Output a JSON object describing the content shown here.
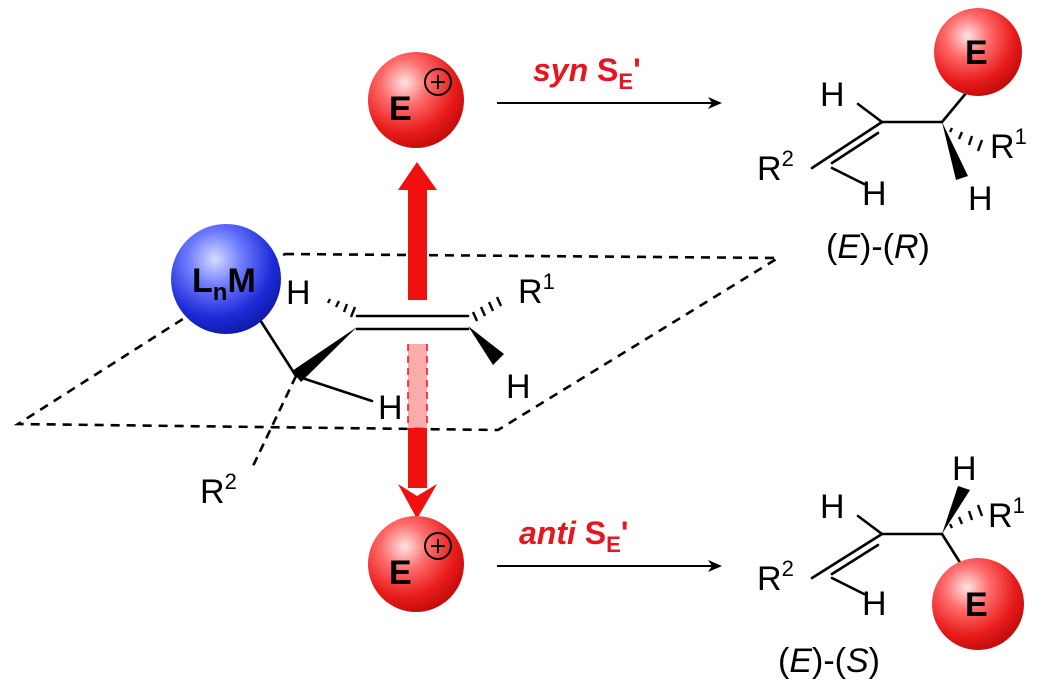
{
  "colors": {
    "electrophile": "#e8141e",
    "metal": "#2233cc",
    "arrow": "#f01010",
    "line": "#000000"
  },
  "center": {
    "metal_label": "LnM",
    "metal_label_main": "L",
    "metal_label_sub": "n",
    "metal_label_end": "M",
    "h_left": "H",
    "r1": "R",
    "r1_sup": "1",
    "h_right": "H",
    "h_bottom": "H",
    "r2": "R",
    "r2_sup": "2"
  },
  "electrophile_top": {
    "label": "E",
    "charge": "+"
  },
  "electrophile_bottom": {
    "label": "E",
    "charge": "+"
  },
  "syn_pathway": {
    "label_italic": "syn",
    "label_main": "S",
    "label_sub": "E",
    "label_prime": "'"
  },
  "anti_pathway": {
    "label_italic": "anti",
    "label_main": "S",
    "label_sub": "E",
    "label_prime": "'"
  },
  "product_top": {
    "h_vinyl_top": "H",
    "r2": "R",
    "r2_sup": "2",
    "h_vinyl_bottom": "H",
    "e_label": "E",
    "r1": "R",
    "r1_sup": "1",
    "h_wedge": "H",
    "caption_open1": "(",
    "caption_e": "E",
    "caption_mid": ")-(",
    "caption_config": "R",
    "caption_close": ")"
  },
  "product_bottom": {
    "h_vinyl_top": "H",
    "r2": "R",
    "r2_sup": "2",
    "h_vinyl_bottom": "H",
    "e_label": "E",
    "r1": "R",
    "r1_sup": "1",
    "h_wedge": "H",
    "caption_open1": "(",
    "caption_e": "E",
    "caption_mid": ")-(",
    "caption_config": "S",
    "caption_close": ")"
  }
}
